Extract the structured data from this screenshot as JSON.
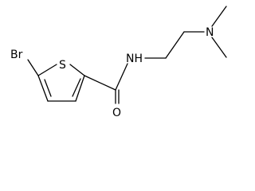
{
  "molecule": {
    "atoms": {
      "bromine": "Br",
      "sulfur": "S",
      "amide_nitrogen": "NH",
      "carbonyl_oxygen": "O",
      "amine_nitrogen": "N"
    }
  }
}
